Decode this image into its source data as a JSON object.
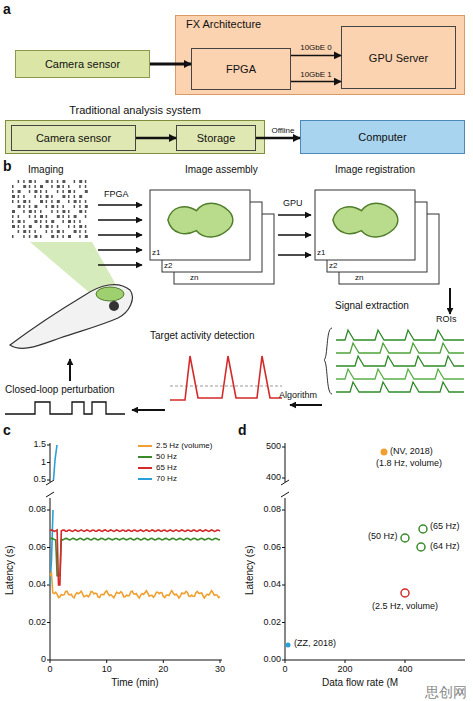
{
  "diagram": {
    "nodes": [
      {
        "text": [
          "Camera sensor"
        ]
      },
      {
        "text": [
          "FX Architecture"
        ]
      },
      {
        "text": [
          "FPGA"
        ],
        "in": 1
      },
      {
        "text": [
          "GPU Server"
        ],
        "in": 1
      },
      {
        "text": [
          "Traditional analysis system"
        ]
      },
      {
        "text": [
          "Camera sensor"
        ],
        "in": 4
      },
      {
        "text": [
          "Storage"
        ],
        "in": 4
      },
      {
        "text": [
          "Computer"
        ]
      }
    ],
    "edges": [
      {
        "from": 0,
        "to": 2,
        "arrow": "to"
      },
      {
        "from": 2,
        "to": 3,
        "label": "10GbE 0",
        "arrow": "to"
      },
      {
        "from": 2,
        "to": 3,
        "label": "10GbE 1",
        "arrow": "to"
      },
      {
        "from": 5,
        "to": 6,
        "arrow": "to"
      },
      {
        "from": 6,
        "to": 7,
        "label": "Offline",
        "arrow": "to"
      }
    ],
    "labels": [
      "a",
      "b",
      "Imaging",
      "Image assembly",
      "Image registration",
      "FPGA",
      "z1",
      "z2",
      "zn",
      "GPU",
      "z1",
      "z2",
      "zn",
      "Signal extraction",
      "ROIs",
      "Target activity detection",
      "Algorithm",
      "Closed-loop perturbation",
      "c",
      "Latency (s)",
      "1.5",
      "1",
      "0.5",
      "0.08",
      "0.06",
      "0.04",
      "0.02",
      "0",
      "0",
      "10",
      "20",
      "30",
      "Time (min)",
      "d",
      "Latency (s)",
      "500",
      "400",
      "0.08",
      "0.06",
      "0.04",
      "0.02",
      "0.00",
      "0",
      "200",
      "400",
      "Data flow rate (M",
      "(NV, 2018)",
      "(1.8 Hz,  volume)",
      "(50 Hz)",
      "(65 Hz)",
      "(64 Hz)",
      "(2.5 Hz, volume)",
      "(ZZ, 2018)",
      "思创网"
    ],
    "legend": [
      {
        "text": "2.5 Hz (volume)",
        "color": "#f0a030"
      },
      {
        "text": "50 Hz",
        "color": "#3a8a2a"
      },
      {
        "text": "65 Hz",
        "color": "#d42a2a"
      },
      {
        "text": "70 Hz",
        "color": "#2aa0d8"
      }
    ]
  }
}
